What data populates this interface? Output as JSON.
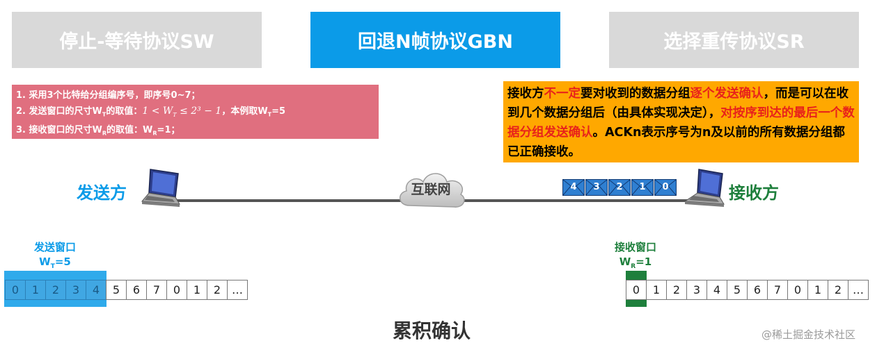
{
  "tabs": {
    "sw": "停止-等待协议SW",
    "gbn": "回退N帧协议GBN",
    "sr": "选择重传协议SR"
  },
  "rules": {
    "line1": "1. 采用3个比特给分组编序号，即序号0~7；",
    "line2_prefix": "2. 发送窗口的尺寸W",
    "line2_sub": "T",
    "line2_mid": "的取值：",
    "line2_formula": "1 < W",
    "line2_formula_sub": "T",
    "line2_formula_tail": " ≤ 2³ − 1",
    "line2_suffix": "，本例取W",
    "line2_suffix_sub": "T",
    "line2_end": "=5",
    "line3_prefix": "3. 接收窗口的尺寸W",
    "line3_sub": "R",
    "line3_end": "的取值：W",
    "line3_sub2": "R",
    "line3_tail": "=1；"
  },
  "note": {
    "p1": "接收方",
    "r1": "不一定",
    "p2": "要对收到的数据分组",
    "r2": "逐个发送确认",
    "p3": "，而是可以在收到几个数据分组后（由具体实现决定），",
    "r3": "对按序到达的最后一个数据分组发送确认",
    "p4": "。ACKn表示序号为n及以前的所有数据分组都已正确接收。"
  },
  "sender": {
    "label": "发送方",
    "window_title": "发送窗口",
    "window_size_prefix": "W",
    "window_size_sub": "T",
    "window_size_value": "=5"
  },
  "receiver": {
    "label": "接收方",
    "window_title": "接收窗口",
    "window_size_prefix": "W",
    "window_size_sub": "R",
    "window_size_value": "=1"
  },
  "network": {
    "label": "互联网"
  },
  "packets": [
    "4",
    "3",
    "2",
    "1",
    "0"
  ],
  "sender_sequence": [
    "0",
    "1",
    "2",
    "3",
    "4",
    "5",
    "6",
    "7",
    "0",
    "1",
    "2",
    "…"
  ],
  "receiver_sequence": [
    "0",
    "1",
    "2",
    "3",
    "4",
    "5",
    "6",
    "7",
    "0",
    "1",
    "2",
    "…"
  ],
  "caption": "累积确认",
  "watermark": "@稀土掘金技术社区",
  "colors": {
    "accent_blue": "#0b9be8",
    "accent_green": "#1e7f3c",
    "rules_bg": "#e06f7f",
    "note_bg": "#ffa800",
    "highlight_red": "#e8221b"
  }
}
